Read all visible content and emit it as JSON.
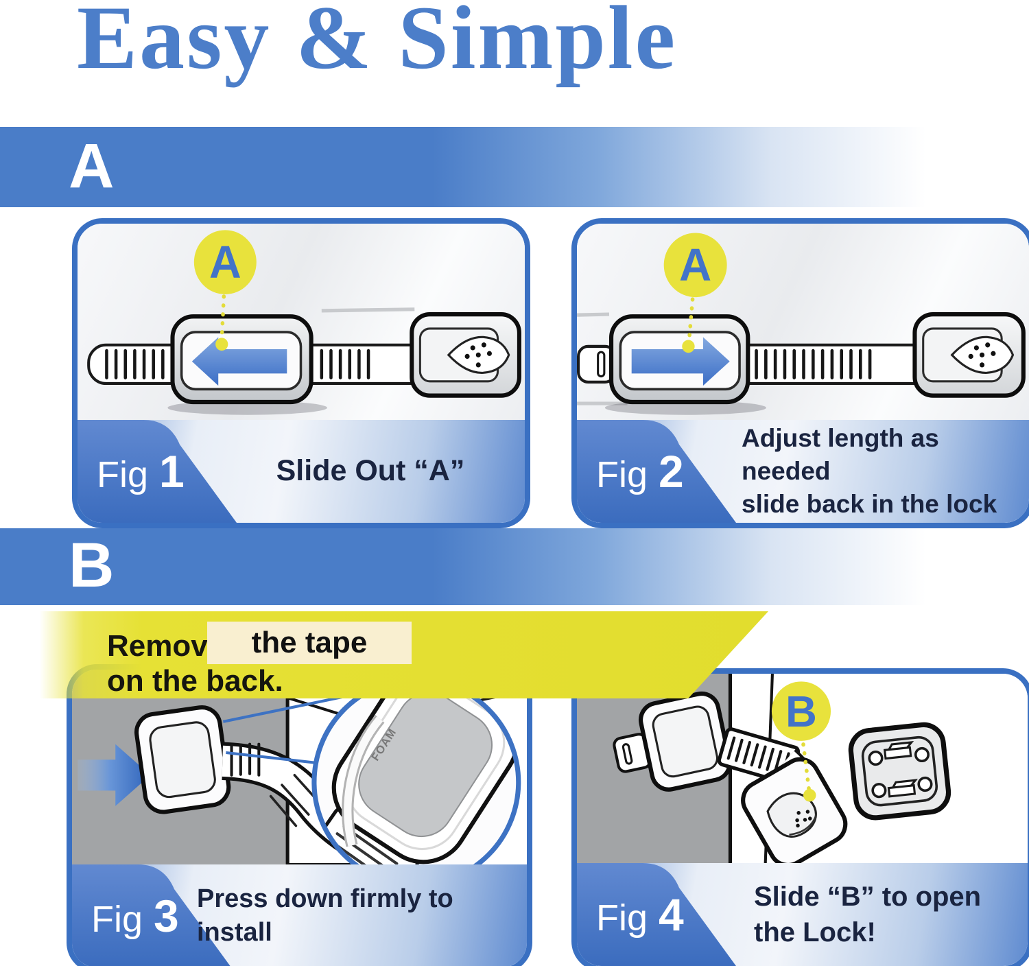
{
  "title": "Easy & Simple",
  "sections": [
    {
      "label": "A"
    },
    {
      "label": "B"
    }
  ],
  "annotations": {
    "remove_prefix": "Remove",
    "tape_box": "the tape",
    "remove_suffix": "on the back.",
    "adhesive_label": "FOAM"
  },
  "figures": [
    {
      "label": "Fig",
      "number": "1",
      "marker": "A",
      "caption_lines": [
        "Slide Out “A”"
      ]
    },
    {
      "label": "Fig",
      "number": "2",
      "marker": "A",
      "caption_lines": [
        "Adjust length as needed",
        "slide back in the lock"
      ]
    },
    {
      "label": "Fig",
      "number": "3",
      "caption_lines": [
        "Press down firmly to",
        "install"
      ]
    },
    {
      "label": "Fig",
      "number": "4",
      "marker": "B",
      "caption_lines": [
        "Slide “B” to open",
        "the Lock!"
      ]
    }
  ],
  "colors": {
    "title_blue": "#4c7ec9",
    "banner_blue": "#4a7dc8",
    "panel_border_blue": "#3a70c2",
    "footer_tab_blue": "#4474c6",
    "marker_yellow": "#e8e23c",
    "marker_letter_blue": "#4273c8",
    "highlight_yellow": "#e2dd2e",
    "tape_box_cream": "#f9efd0",
    "caption_navy": "#1a2440",
    "cabinet_gray": "#a2a4a6",
    "arrow_blue": "#4a7cce"
  }
}
